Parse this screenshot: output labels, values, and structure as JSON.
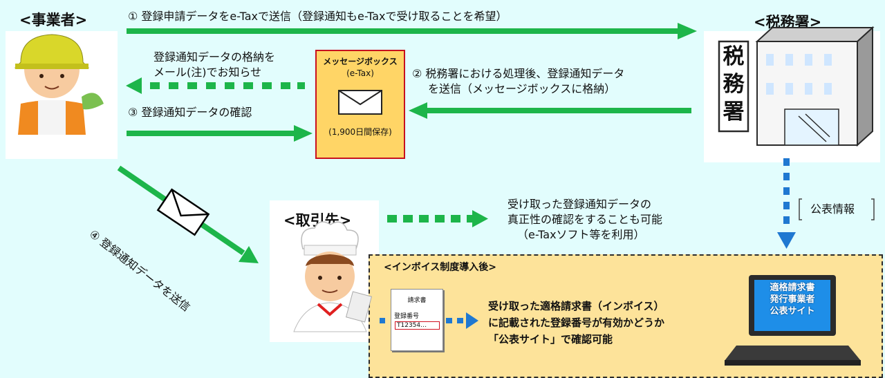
{
  "business": {
    "title": "<事業者>"
  },
  "tax_office": {
    "title": "<税務署>",
    "sign": "税務署"
  },
  "partner": {
    "title": "<取引先>"
  },
  "steps": {
    "s1": "① 登録申請データをe-Taxで送信（登録通知もe-Taxで受け取ることを希望）",
    "mail_line1": "登録通知データの格納を",
    "mail_line2": "メール(注)でお知らせ",
    "s2_line1": "② 税務署における処理後、登録通知データ",
    "s2_line2": "を送信（メッセージボックスに格納）",
    "s3": "③ 登録通知データの確認",
    "s4": "④ 登録通知データを送信"
  },
  "message_box": {
    "title": "メッセージボックス",
    "subtitle": "(e-Tax)",
    "retention": "(1,900日間保存)"
  },
  "public_info": "公表情報",
  "verify": {
    "line1": "受け取った登録通知データの",
    "line2": "真正性の確認をすることも可能",
    "line3": "（e-Taxソフト等を利用）"
  },
  "invoice_section": {
    "title": "<インボイス制度導入後>",
    "doc_title": "請求書",
    "doc_label": "登録番号",
    "doc_number": "T12354…",
    "text_line1": "受け取った適格請求書（インボイス）",
    "text_line2": "に記載された登録番号が有効かどうか",
    "text_line3": "「公表サイト」で確認可能",
    "site_line1": "適格請求書",
    "site_line2": "発行事業者",
    "site_line3": "公表サイト"
  },
  "colors": {
    "background": "#e2fdfd",
    "green_arrow": "#1db54a",
    "blue_arrow": "#1f78d1",
    "message_box": "#ffd566",
    "message_border": "#c8101e",
    "invoice_panel": "#fde39a"
  }
}
